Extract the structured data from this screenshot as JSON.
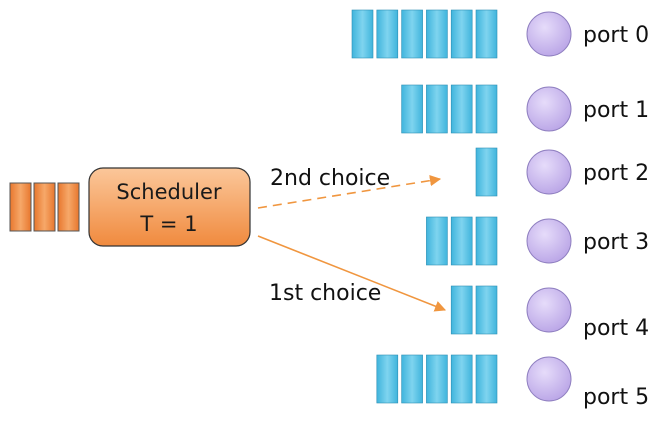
{
  "scheduler": {
    "line1": "Scheduler",
    "line2": "T = 1",
    "fill_top": "#fbc79a",
    "fill_bottom": "#f08a3e",
    "stroke": "#333333"
  },
  "incoming_queue": {
    "count": 3,
    "fill": "#f28a45"
  },
  "choices": [
    {
      "label": "2nd choice",
      "target_port": 2,
      "style": "dashed"
    },
    {
      "label": "1st choice",
      "target_port": 4,
      "style": "solid"
    }
  ],
  "ports": [
    {
      "label": "port 0",
      "queue_len": 6
    },
    {
      "label": "port 1",
      "queue_len": 4
    },
    {
      "label": "port 2",
      "queue_len": 1
    },
    {
      "label": "port 3",
      "queue_len": 3
    },
    {
      "label": "port 4",
      "queue_len": 2
    },
    {
      "label": "port 5",
      "queue_len": 5
    }
  ],
  "colors": {
    "port_queue": "#5bc4e6",
    "port_circle": "#c9b8ec",
    "arrow": "#f0963f"
  }
}
